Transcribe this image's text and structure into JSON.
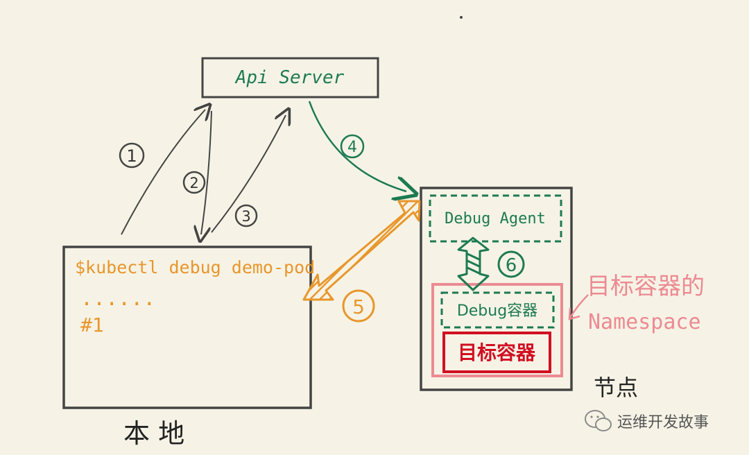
{
  "api_server": {
    "label": "Api Server"
  },
  "local": {
    "command": "$kubectl  debug  demo-pod",
    "dots": "......",
    "prompt": "#1",
    "caption": "本 地"
  },
  "node": {
    "debug_agent": "Debug  Agent",
    "debug_container": "Debug容器",
    "target_container": "目标容器",
    "caption": "节点"
  },
  "namespace_label": {
    "line1": "目标容器的",
    "line2": "Namespace"
  },
  "steps": [
    "1",
    "2",
    "3",
    "4",
    "5",
    "6"
  ],
  "watermark": {
    "text": "运维开发故事",
    "icon": "wechat-icon"
  },
  "colors": {
    "background": "#f6f3e6",
    "ink": "#3a3a3a",
    "green": "#1d7a52",
    "orange": "#e8962b",
    "pink": "#ec8a92",
    "red": "#d10f22"
  }
}
